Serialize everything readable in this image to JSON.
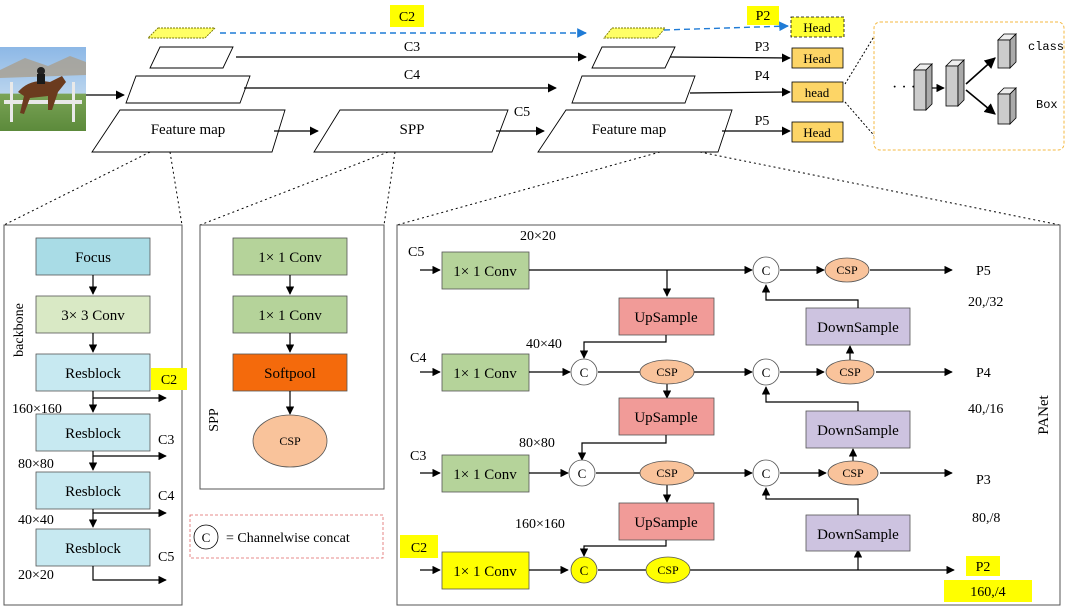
{
  "colors": {
    "yellow": "#ffff00",
    "head_fill": "#fdd566",
    "focus_fill": "#a9dce6",
    "conv_fill": "#b5d39a",
    "conv_light_fill": "#d9e9c5",
    "resblock_fill": "#c7e9f1",
    "softpool_fill": "#f46a0c",
    "csp_fill": "#f9c39b",
    "upsample_fill": "#f19b98",
    "downsample_fill": "#cdc3e0",
    "concat_stroke": "#e06666",
    "head_panel_stroke": "#f4b942",
    "arrow_blue": "#1f7bd6"
  },
  "top": {
    "c2": "C2",
    "c3": "C3",
    "c4": "C4",
    "c5": "C5",
    "p2": "P2",
    "p3": "P3",
    "p4": "P4",
    "p5": "P5",
    "feature_map_left": "Feature map",
    "spp": "SPP",
    "feature_map_right": "Feature map",
    "heads": [
      "Head",
      "Head",
      "head",
      "Head"
    ],
    "head_panel": {
      "dots": "· · ·",
      "class": "class",
      "box": "Box"
    }
  },
  "backbone": {
    "side_label": "backbone",
    "focus": "Focus",
    "conv": "3× 3 Conv",
    "resblocks": [
      "Resblock",
      "Resblock",
      "Resblock",
      "Resblock"
    ],
    "outs": [
      "C2",
      "C3",
      "C4",
      "C5"
    ],
    "sizes": [
      "160×160",
      "80×80",
      "40×40",
      "20×20"
    ]
  },
  "spp": {
    "side_label": "SPP",
    "conv1": "1× 1 Conv",
    "conv2": "1× 1 Conv",
    "softpool": "Softpool",
    "csp": "CSP"
  },
  "legend": {
    "c": "C",
    "text": "= Channelwise concat"
  },
  "panet": {
    "side_label": "PANet",
    "inputs": [
      "C5",
      "C4",
      "C3",
      "C2"
    ],
    "conv": "1× 1 Conv",
    "sizes": [
      "20×20",
      "40×40",
      "80×80",
      "160×160"
    ],
    "upsample": "UpSample",
    "downsample": "DownSample",
    "csp": "CSP",
    "concat": "C",
    "outputs": [
      "P5",
      "P4",
      "P3",
      "P2"
    ],
    "strides": [
      "20,/32",
      "40,/16",
      "80,/8",
      "160,/4"
    ]
  }
}
